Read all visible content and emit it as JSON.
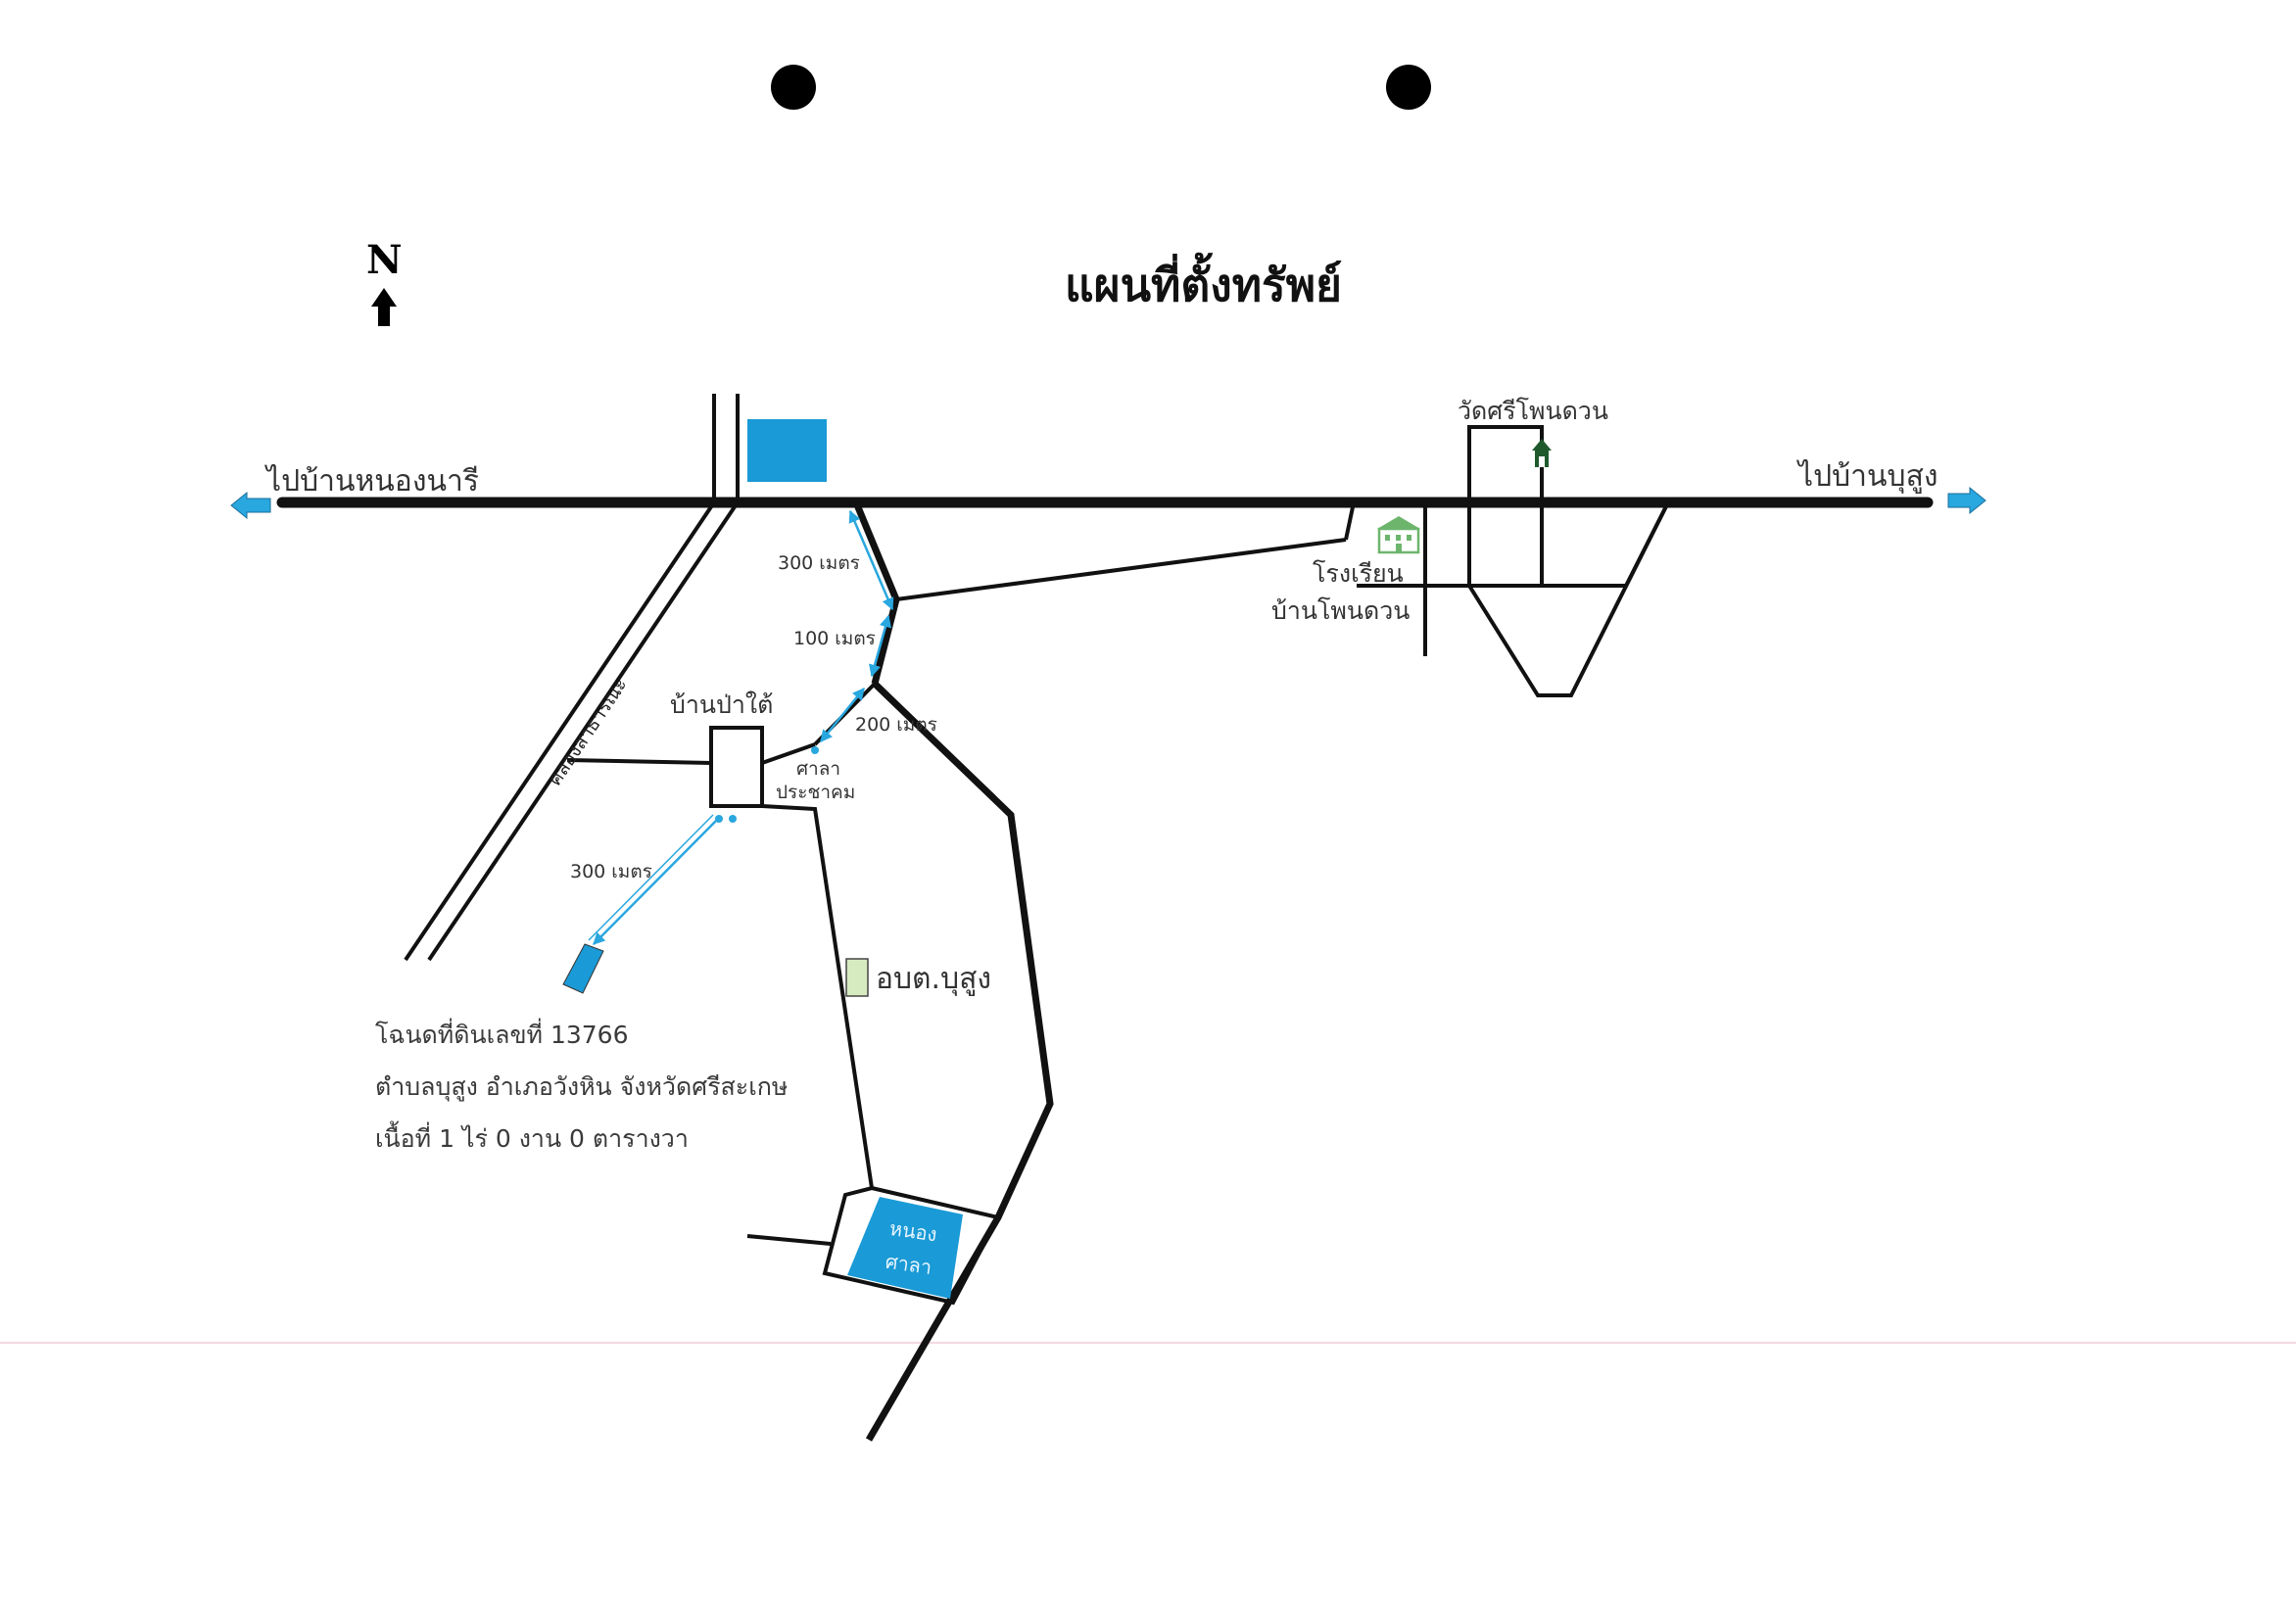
{
  "title": "แผนที่ตั้งทรัพย์",
  "north": "N",
  "roads": {
    "to_west": "ไปบ้านหนองนารี",
    "to_east": "ไปบ้านบุสูง"
  },
  "places": {
    "temple": "วัดศรีโพนดวน",
    "school_line1": "โรงเรียน",
    "school_line2": "บ้านโพนดวน",
    "village": "บ้านป่าใต้",
    "hall_line1": "ศาลา",
    "hall_line2": "ประชาคม",
    "sao": "อบต.บุสูง",
    "canal": "คลองสาธารณะ",
    "pond_line1": "หนอง",
    "pond_line2": "ศาลา"
  },
  "distances": {
    "d1": "300 เมตร",
    "d2": "100 เมตร",
    "d3": "200 เมตร",
    "d4": "300 เมตร"
  },
  "deed": {
    "line1": "โฉนดที่ดินเลขที่ 13766",
    "line2": "ตำบลบุสูง อำเภอวังหิน จังหวัดศรีสะเกษ",
    "line3": "เนื้อที่ 1 ไร่ 0 งาน 0 ตารางวา"
  },
  "colors": {
    "water_blue": "#1a9ad6",
    "arrow_blue": "#29a7df",
    "sao_green": "#d6ecc0",
    "school_green": "#6db56d",
    "road": "#111111"
  },
  "icons": {
    "temple": "temple-icon",
    "school": "school-icon",
    "north_arrow": "north-arrow-icon"
  }
}
